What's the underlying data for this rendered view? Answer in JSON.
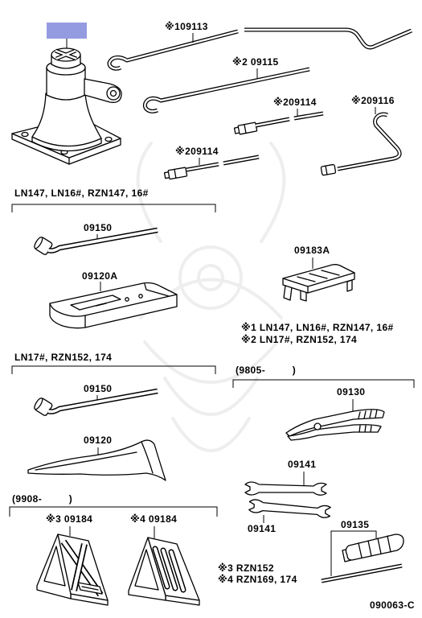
{
  "diagram": {
    "code": "090063-C",
    "highlight_color": "#959be0"
  },
  "jack_tools": {
    "rod_09113": "※109113",
    "rod_09115": "※2 09115",
    "extension_upper": "※209114",
    "crank_09116": "※209116",
    "extension_lower": "※209114"
  },
  "group_a": {
    "header": "LN147, LN16#, RZN147, 16#",
    "wrench": "09150",
    "tray": "09120A"
  },
  "bracket": "09183A",
  "notes": [
    "※1 LN147, LN16#, RZN147, 16#",
    "※2 LN17#, RZN152, 174",
    "※3 RZN152",
    "※4 RZN169, 174"
  ],
  "group_b": {
    "header": "LN17#, RZN152, 174",
    "wrench": "09150",
    "bag": "09120"
  },
  "group_c": {
    "header": "(9805-         )",
    "pliers": "09130",
    "wrench_upper": "09141",
    "wrench_lower": "09141",
    "screwdriver": "09135"
  },
  "group_d": {
    "header": "(9908-         )",
    "chock_a": "※3 09184",
    "chock_b": "※4 09184"
  }
}
